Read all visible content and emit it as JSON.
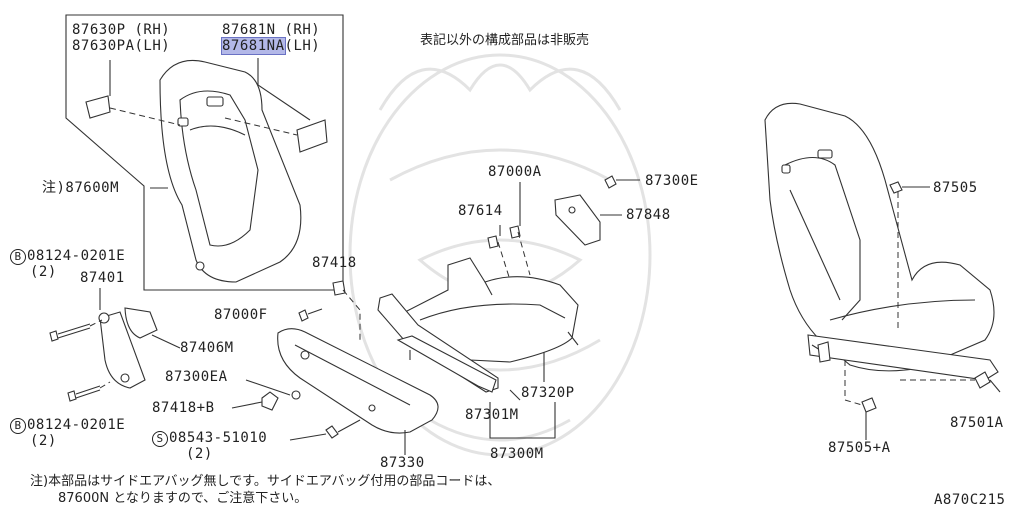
{
  "inset": {
    "seat_rh": "87630P (RH)",
    "seat_lh": "87630PA(LH)",
    "bracket_rh": "87681N (RH)",
    "bracket_lh": "87681NA(LH)"
  },
  "notice_top": "表記以外の構成部品は非販売",
  "labels": {
    "seat_assy": "注)87600M",
    "bolt_top_circle": "B",
    "bolt_top": "08124-0201E",
    "bolt_top_qty": "(2)",
    "p87401": "87401",
    "p87406m": "87406M",
    "p87300ea": "87300EA",
    "p87418b": "87418+B",
    "bolt_bottom_circle": "B",
    "bolt_bottom": "08124-0201E",
    "bolt_bottom_qty": "(2)",
    "screw_circle": "S",
    "screw": "08543-51010",
    "screw_qty": "(2)",
    "p87330": "87330",
    "p87418": "87418",
    "p87000f": "87000F",
    "p87614": "87614",
    "p87000a": "87000A",
    "p87300e": "87300E",
    "p87848": "87848",
    "p87320p": "87320P",
    "p87301m": "87301M",
    "p87300m": "87300M",
    "p87505": "87505",
    "p87501a": "87501A",
    "p87505a": "87505+A"
  },
  "footnote": {
    "line1": "注)本部品はサイドエアバッグ無しです。サイドエアバッグ付用の部品コードは、",
    "line2": "87600N となりますので、ご注意下さい。"
  },
  "diagram_code": "A870C215",
  "colors": {
    "highlight": "#b3b8e8",
    "line": "#333333",
    "watermark": "#e3e3e3"
  }
}
